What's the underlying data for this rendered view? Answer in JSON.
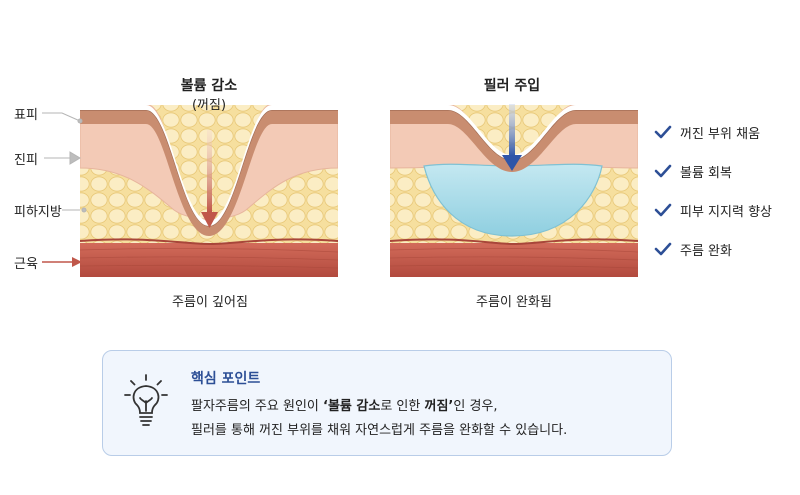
{
  "layers": {
    "epidermis": "표피",
    "dermis": "진피",
    "subcutaneous_fat": "피하지방",
    "muscle": "근육"
  },
  "left_panel": {
    "title": "볼륨 감소",
    "subtitle": "(꺼짐)",
    "caption": "주름이 깊어짐"
  },
  "right_panel": {
    "title": "필러 주입",
    "caption": "주름이 완화됨"
  },
  "benefits": [
    {
      "label": "꺼진 부위 채움",
      "icon": "check-icon"
    },
    {
      "label": "볼륨 회복",
      "icon": "check-icon"
    },
    {
      "label": "피부 지지력 향상",
      "icon": "check-icon"
    },
    {
      "label": "주름 완화",
      "icon": "check-icon"
    }
  ],
  "key_point": {
    "icon": "lightbulb-icon",
    "title": "핵심 포인트",
    "line1_pre": "팔자주름의 주요 원인이 ",
    "line1_quote_open": "‘",
    "line1_bold1": "볼륨 감소",
    "line1_mid": "로 인한 ",
    "line1_bold2": "꺼짐",
    "line1_quote_close": "’",
    "line1_post": "인 경우,",
    "line2": "필러를 통해 꺼진 부위를 채워 자연스럽게 주름을 완화할 수 있습니다."
  },
  "colors": {
    "epidermis": "#c98f72",
    "dermis": "#f3c9b6",
    "fat": "#f7e2a8",
    "muscle": "#c45a4b",
    "filler": "#a9dbe8",
    "arrow_down_left": "#c0574a",
    "arrow_down_right": "#2f55a8",
    "check": "#2d4f96",
    "accent": "#2d4f96"
  }
}
